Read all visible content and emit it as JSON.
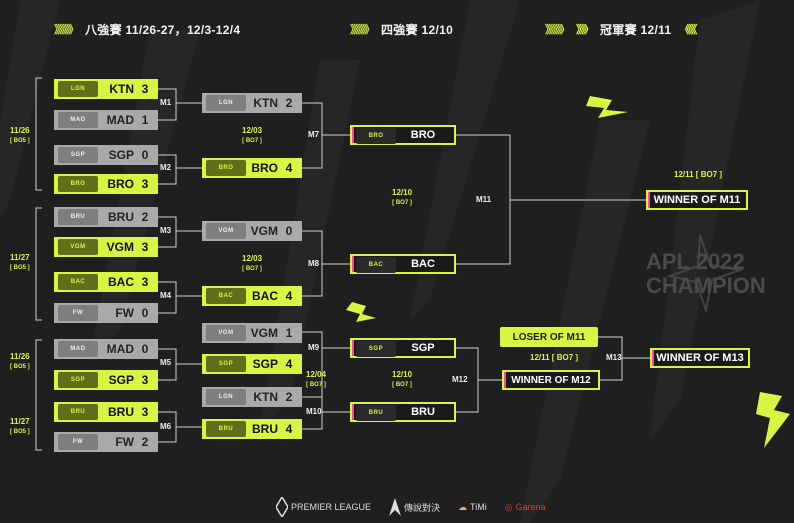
{
  "header": {
    "left_chev": "》》》》》",
    "left_title": "八強賽 11/26-27，12/3-12/4",
    "mid_chev": "》》》》》",
    "mid_title": "四強賽 12/10",
    "right_chev": "》》》》》",
    "right_title_chev": "》》》",
    "right_title": "冠軍賽 12/11",
    "right_tail_chev": "《《《"
  },
  "colors": {
    "accent": "#d7f542",
    "loser": "#a9a9a9",
    "bg": "#1f1f1f",
    "pink": "#ff44aa"
  },
  "round1": [
    {
      "logo": "LGN",
      "team": "KTN",
      "score": "3",
      "state": "win"
    },
    {
      "logo": "MAD",
      "team": "MAD",
      "score": "1",
      "state": "lose"
    },
    {
      "logo": "SGP",
      "team": "SGP",
      "score": "0",
      "state": "lose"
    },
    {
      "logo": "BRO",
      "team": "BRO",
      "score": "3",
      "state": "win"
    },
    {
      "logo": "BRU",
      "team": "BRU",
      "score": "2",
      "state": "lose"
    },
    {
      "logo": "VGM",
      "team": "VGM",
      "score": "3",
      "state": "win"
    },
    {
      "logo": "BAC",
      "team": "BAC",
      "score": "3",
      "state": "win"
    },
    {
      "logo": "FW",
      "team": "FW",
      "score": "0",
      "state": "lose"
    },
    {
      "logo": "MAD",
      "team": "MAD",
      "score": "0",
      "state": "lose"
    },
    {
      "logo": "SGP",
      "team": "SGP",
      "score": "3",
      "state": "win"
    },
    {
      "logo": "BRU",
      "team": "BRU",
      "score": "3",
      "state": "win"
    },
    {
      "logo": "FW",
      "team": "FW",
      "score": "2",
      "state": "lose"
    }
  ],
  "round2": [
    {
      "logo": "LGN",
      "team": "KTN",
      "score": "2",
      "state": "lose"
    },
    {
      "logo": "BRO",
      "team": "BRO",
      "score": "4",
      "state": "win"
    },
    {
      "logo": "VGM",
      "team": "VGM",
      "score": "0",
      "state": "lose"
    },
    {
      "logo": "BAC",
      "team": "BAC",
      "score": "4",
      "state": "win"
    },
    {
      "logo": "VGM",
      "team": "VGM",
      "score": "1",
      "state": "lose"
    },
    {
      "logo": "SGP",
      "team": "SGP",
      "score": "4",
      "state": "win"
    },
    {
      "logo": "LGN",
      "team": "KTN",
      "score": "2",
      "state": "lose"
    },
    {
      "logo": "BRU",
      "team": "BRU",
      "score": "4",
      "state": "win"
    }
  ],
  "round3": [
    {
      "logo": "BRO",
      "team": "BRO"
    },
    {
      "logo": "BAC",
      "team": "BAC"
    },
    {
      "logo": "SGP",
      "team": "SGP"
    },
    {
      "logo": "BRU",
      "team": "BRU"
    }
  ],
  "finals": {
    "winner_m11": "WINNER OF M11",
    "loser_m11": "LOSER OF M11",
    "winner_m12": "WINNER OF M12",
    "winner_m13": "WINNER OF M13"
  },
  "match_labels": [
    "M1",
    "M2",
    "M3",
    "M4",
    "M5",
    "M6",
    "M7",
    "M8",
    "M9",
    "M10",
    "M11",
    "M12",
    "M13"
  ],
  "dates": {
    "d1126a": "11/26",
    "d1127a": "11/27",
    "d1126b": "11/26",
    "d1127b": "11/27",
    "bo5": "[ BO5 ]",
    "d1203a": "12/03",
    "d1203b": "12/03",
    "d1204": "12/04",
    "bo7": "[ BO7 ]",
    "d1210a": "12/10",
    "d1210b": "12/10",
    "d1211a": "12/11 [ BO7 ]",
    "d1211b": "12/11 [ BO7 ]"
  },
  "champion_watermark": [
    "APL 2022",
    "CHAMPION"
  ],
  "footer": [
    "PREMIER LEAGUE",
    "傳說對決",
    "TiMi",
    "Garena"
  ]
}
